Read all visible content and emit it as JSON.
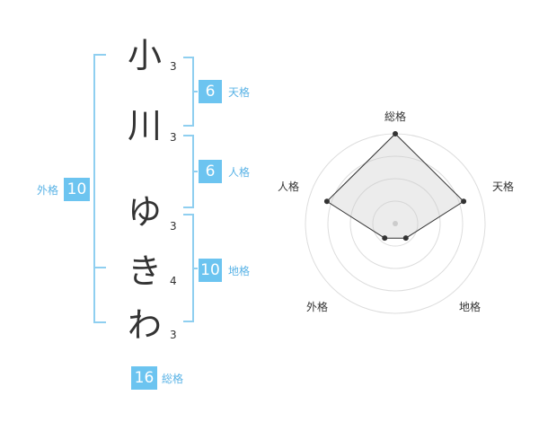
{
  "name": {
    "characters": [
      {
        "char": "小",
        "strokes": "3"
      },
      {
        "char": "川",
        "strokes": "3"
      },
      {
        "char": "ゆ",
        "strokes": "3"
      },
      {
        "char": "き",
        "strokes": "4"
      },
      {
        "char": "わ",
        "strokes": "3"
      }
    ]
  },
  "fortunes": {
    "tenkaku": {
      "value": "6",
      "label": "天格"
    },
    "jinkaku": {
      "value": "6",
      "label": "人格"
    },
    "chikaku": {
      "value": "10",
      "label": "地格"
    },
    "gaikaku": {
      "value": "10",
      "label": "外格"
    },
    "soukaku": {
      "value": "16",
      "label": "総格"
    }
  },
  "colors": {
    "accent": "#8fcff0",
    "badge_bg": "#6cc4f0",
    "label_text": "#5ab3e6"
  },
  "chart_data": {
    "type": "radar",
    "axes": [
      "総格",
      "天格",
      "地格",
      "外格",
      "人格"
    ],
    "levels": 4,
    "max": 5,
    "values": [
      5,
      4,
      1,
      1,
      4
    ]
  }
}
